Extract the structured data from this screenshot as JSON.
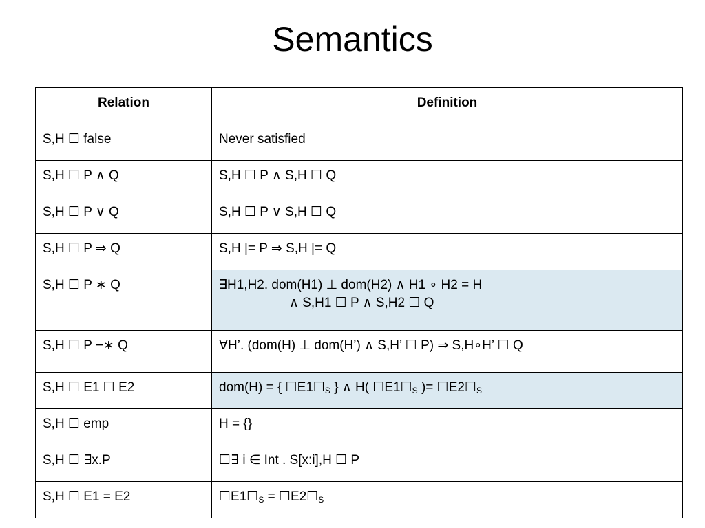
{
  "title": "Semantics",
  "table": {
    "headers": [
      "Relation",
      "Definition"
    ],
    "highlight_color": "#dbe9f1",
    "rows": [
      {
        "relation": "S,H  ☐ false",
        "definition": "Never satisfied"
      },
      {
        "relation": "S,H  ☐ P ∧ Q",
        "definition": "S,H  ☐ P ∧  S,H  ☐ Q"
      },
      {
        "relation": "S,H  ☐ P ∨ Q",
        "definition": "S,H  ☐ P  ∨  S,H  ☐ Q"
      },
      {
        "relation": "S,H  ☐ P ⇒ Q",
        "definition": "S,H |= P  ⇒  S,H |= Q"
      },
      {
        "relation": "S,H  ☐ P ∗ Q",
        "definition": "∃H1,H2.  dom(H1) ⊥ dom(H2)   ∧   H1 ∘ H2 = H",
        "definition_line2": "∧   S,H1  ☐ P    ∧    S,H2 ☐ Q"
      },
      {
        "relation": "S,H  ☐ P −∗ Q",
        "definition": "∀H’. (dom(H) ⊥ dom(H’) ∧  S,H’  ☐ P)   ⇒    S,H∘H’  ☐ Q"
      },
      {
        "relation": "S,H  ☐ E1 ☐ E2",
        "def_a": "dom(H) = {  ☐E1☐",
        "def_sub1": "S",
        "def_b": "  }  ∧  H( ☐E1☐",
        "def_sub2": "S",
        "def_c": " )= ☐E2☐",
        "def_sub3": "S"
      },
      {
        "relation": "S,H  ☐ emp",
        "definition": "H = {}"
      },
      {
        "relation": "S,H  ☐ ∃x.P",
        "definition": "☐∃ i ∈ Int .  S[x:i],H  ☐  P"
      },
      {
        "relation": "S,H  ☐ E1 = E2",
        "def_a": "☐E1☐",
        "def_sub1": "S",
        "def_b": "  = ☐E2☐",
        "def_sub2": "S"
      }
    ]
  }
}
